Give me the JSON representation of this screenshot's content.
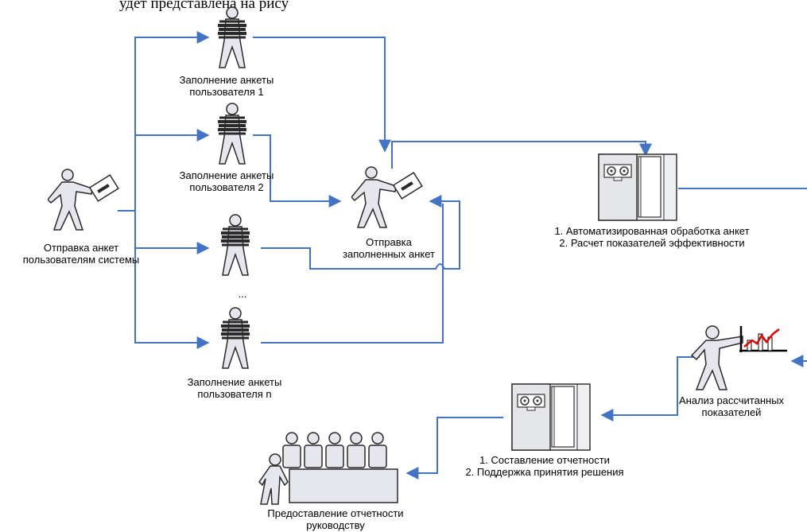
{
  "header_partial": "удет представлена на рису",
  "nodes": {
    "send_forms": [
      "Отправка анкет",
      "пользователям системы"
    ],
    "user1": [
      "Заполнение анкеты",
      "пользователя 1"
    ],
    "user2": [
      "Заполнение анкеты",
      "пользователя 2"
    ],
    "ellipsis": "...",
    "usern": [
      "Заполнение анкеты",
      "пользователя n"
    ],
    "send_filled": [
      "Отправка",
      "заполненных анкет"
    ],
    "processing": [
      "1. Автоматизированная обработка анкет",
      "2. Расчет показателей эффективности"
    ],
    "analysis": [
      "Анализ рассчитанных",
      "показателей"
    ],
    "reporting": [
      "1. Составление отчетности",
      "2. Поддержка принятия решения"
    ],
    "management": [
      "Предоставление отчетности",
      "руководству"
    ]
  },
  "colors": {
    "connector": "#4472c4",
    "figure_fill": "#e6e6ee",
    "figure_stroke": "#2a2a2a",
    "chart_line": "#e00000"
  }
}
